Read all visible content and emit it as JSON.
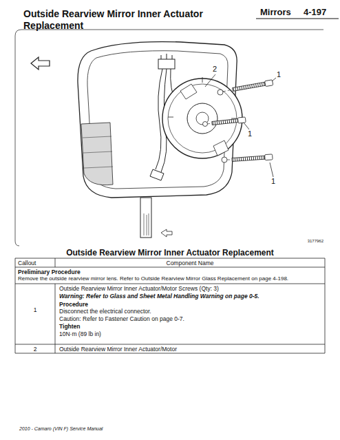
{
  "diagram": {
    "title": "Outside Rearview Mirror Inner Actuator Replacement",
    "labels": [
      "Mirrors",
      "4-197",
      "2",
      "1",
      "1",
      "1",
      "3177962",
      "Outside Rearview Mirror Inner Actuator Replacement",
      "Callout",
      "Component Name",
      "Preliminary Procedure",
      "Remove the outside rearview mirror lens. Refer to Outside Rearview Mirror Glass Replacement on page 4-198.",
      "1",
      "Outside Rearview Mirror Inner Actuator/Motor Screws (Qty: 3)",
      "Warning: Refer to Glass and Sheet Metal Handling Warning on page 0-5.",
      "Procedure",
      "Disconnect the electrical connector.",
      "Caution: Refer to Fastener Caution on page 0-7.",
      "Tighten",
      "10N·m (89 lb in)",
      "2",
      "Outside Rearview Mirror Inner Actuator/Motor",
      "2010 - Camaro (VIN F) Service Manual"
    ]
  }
}
